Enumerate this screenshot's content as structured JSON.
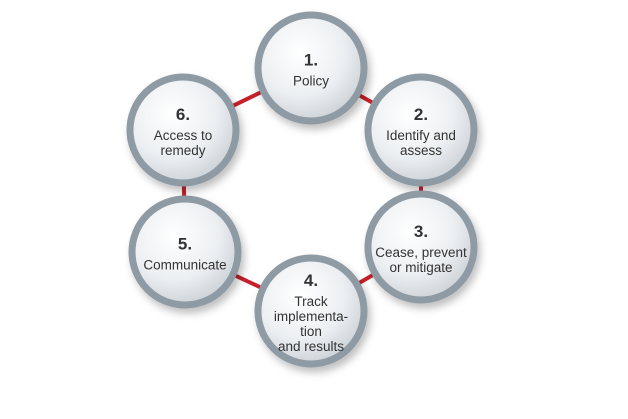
{
  "colors": {
    "connector": "#c8202a",
    "ring": "#8e9aa4",
    "disc_light": "#f7f8f9",
    "disc_dark": "#c3c9cf",
    "text": "#333333"
  },
  "steps": [
    {
      "number": "1.",
      "label": [
        "Policy"
      ]
    },
    {
      "number": "2.",
      "label": [
        "Identify and",
        "assess"
      ]
    },
    {
      "number": "3.",
      "label": [
        "Cease, prevent",
        "or mitigate"
      ]
    },
    {
      "number": "4.",
      "label": [
        "Track",
        "implementa-",
        "tion",
        "and results"
      ]
    },
    {
      "number": "5.",
      "label": [
        "Communicate"
      ]
    },
    {
      "number": "6.",
      "label": [
        "Access to",
        "remedy"
      ]
    }
  ]
}
